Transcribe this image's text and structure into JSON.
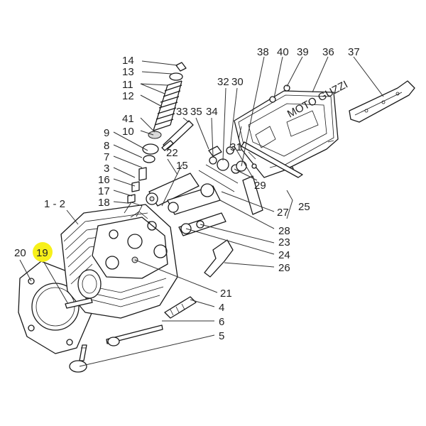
{
  "highlight_color": "#f7f01a",
  "highlighted_callout": "19",
  "logo_text": "MOTO GUZZI",
  "callouts": [
    "14",
    "13",
    "11",
    "12",
    "41",
    "10",
    "9",
    "8",
    "7",
    "3",
    "16",
    "17",
    "18",
    "1 - 2",
    "20",
    "19",
    "33",
    "35",
    "34",
    "32",
    "30",
    "38",
    "40",
    "39",
    "36",
    "37",
    "22",
    "15",
    "31",
    "29",
    "25",
    "27",
    "28",
    "23",
    "24",
    "26",
    "21",
    "4",
    "6",
    "5"
  ]
}
